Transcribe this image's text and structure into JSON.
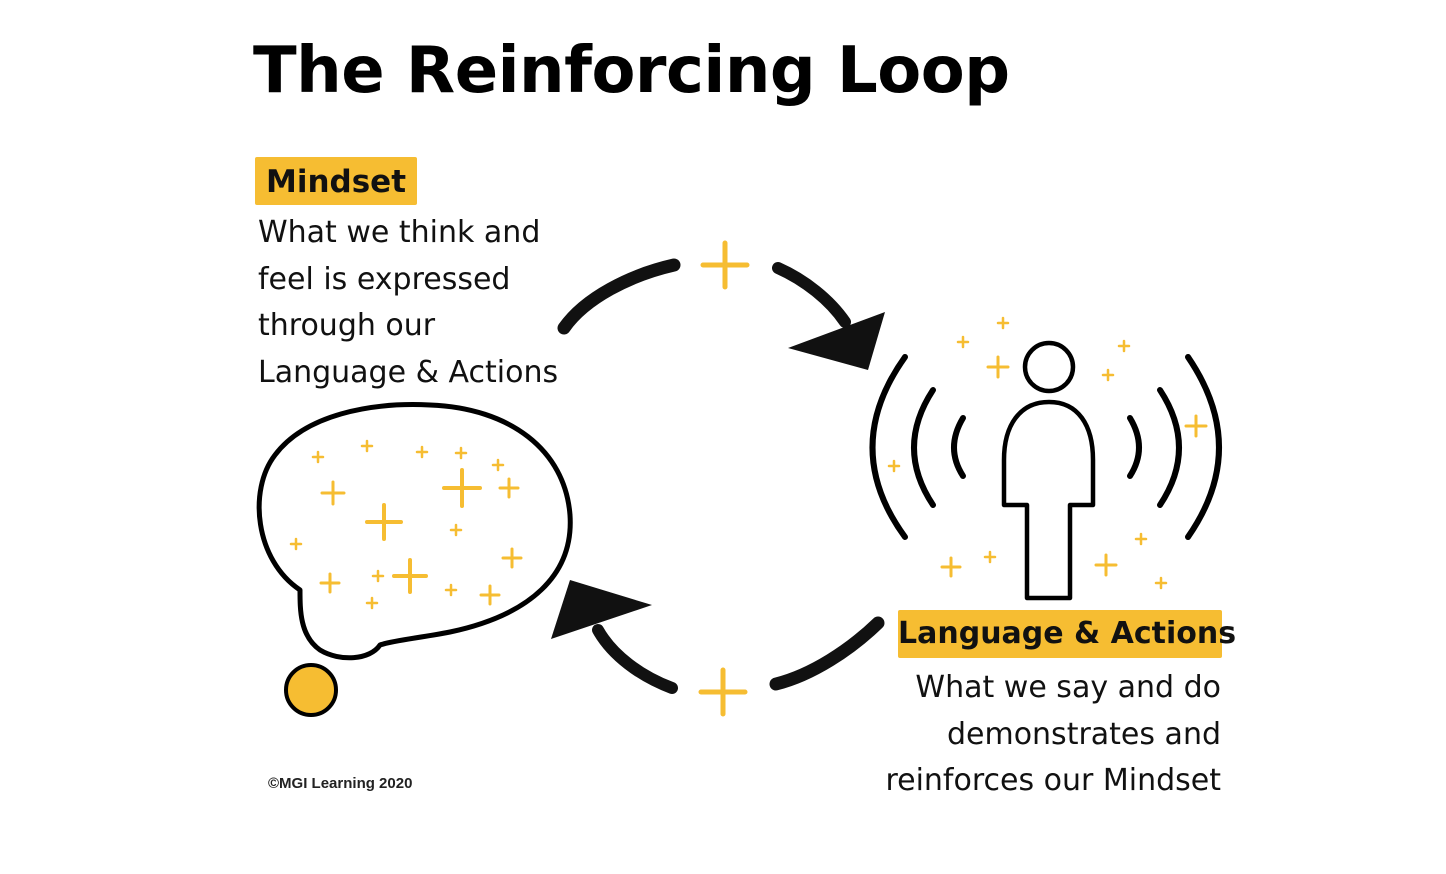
{
  "title": "The Reinforcing Loop",
  "mindset": {
    "label": "Mindset",
    "description": [
      "What we think and",
      "feel is expressed",
      "through our",
      "Language & Actions"
    ]
  },
  "language_actions": {
    "label": "Language & Actions",
    "description": [
      "What we say and do",
      "demonstrates and",
      "reinforces our Mindset"
    ]
  },
  "copyright": "©MGI Learning 2020",
  "colors": {
    "accent": "#f6bd32",
    "ink": "#000000",
    "background": "#ffffff"
  },
  "icons": [
    "thought-bubble-icon",
    "person-broadcasting-icon",
    "loop-arrow-icon",
    "sparkle-plus-icon"
  ]
}
